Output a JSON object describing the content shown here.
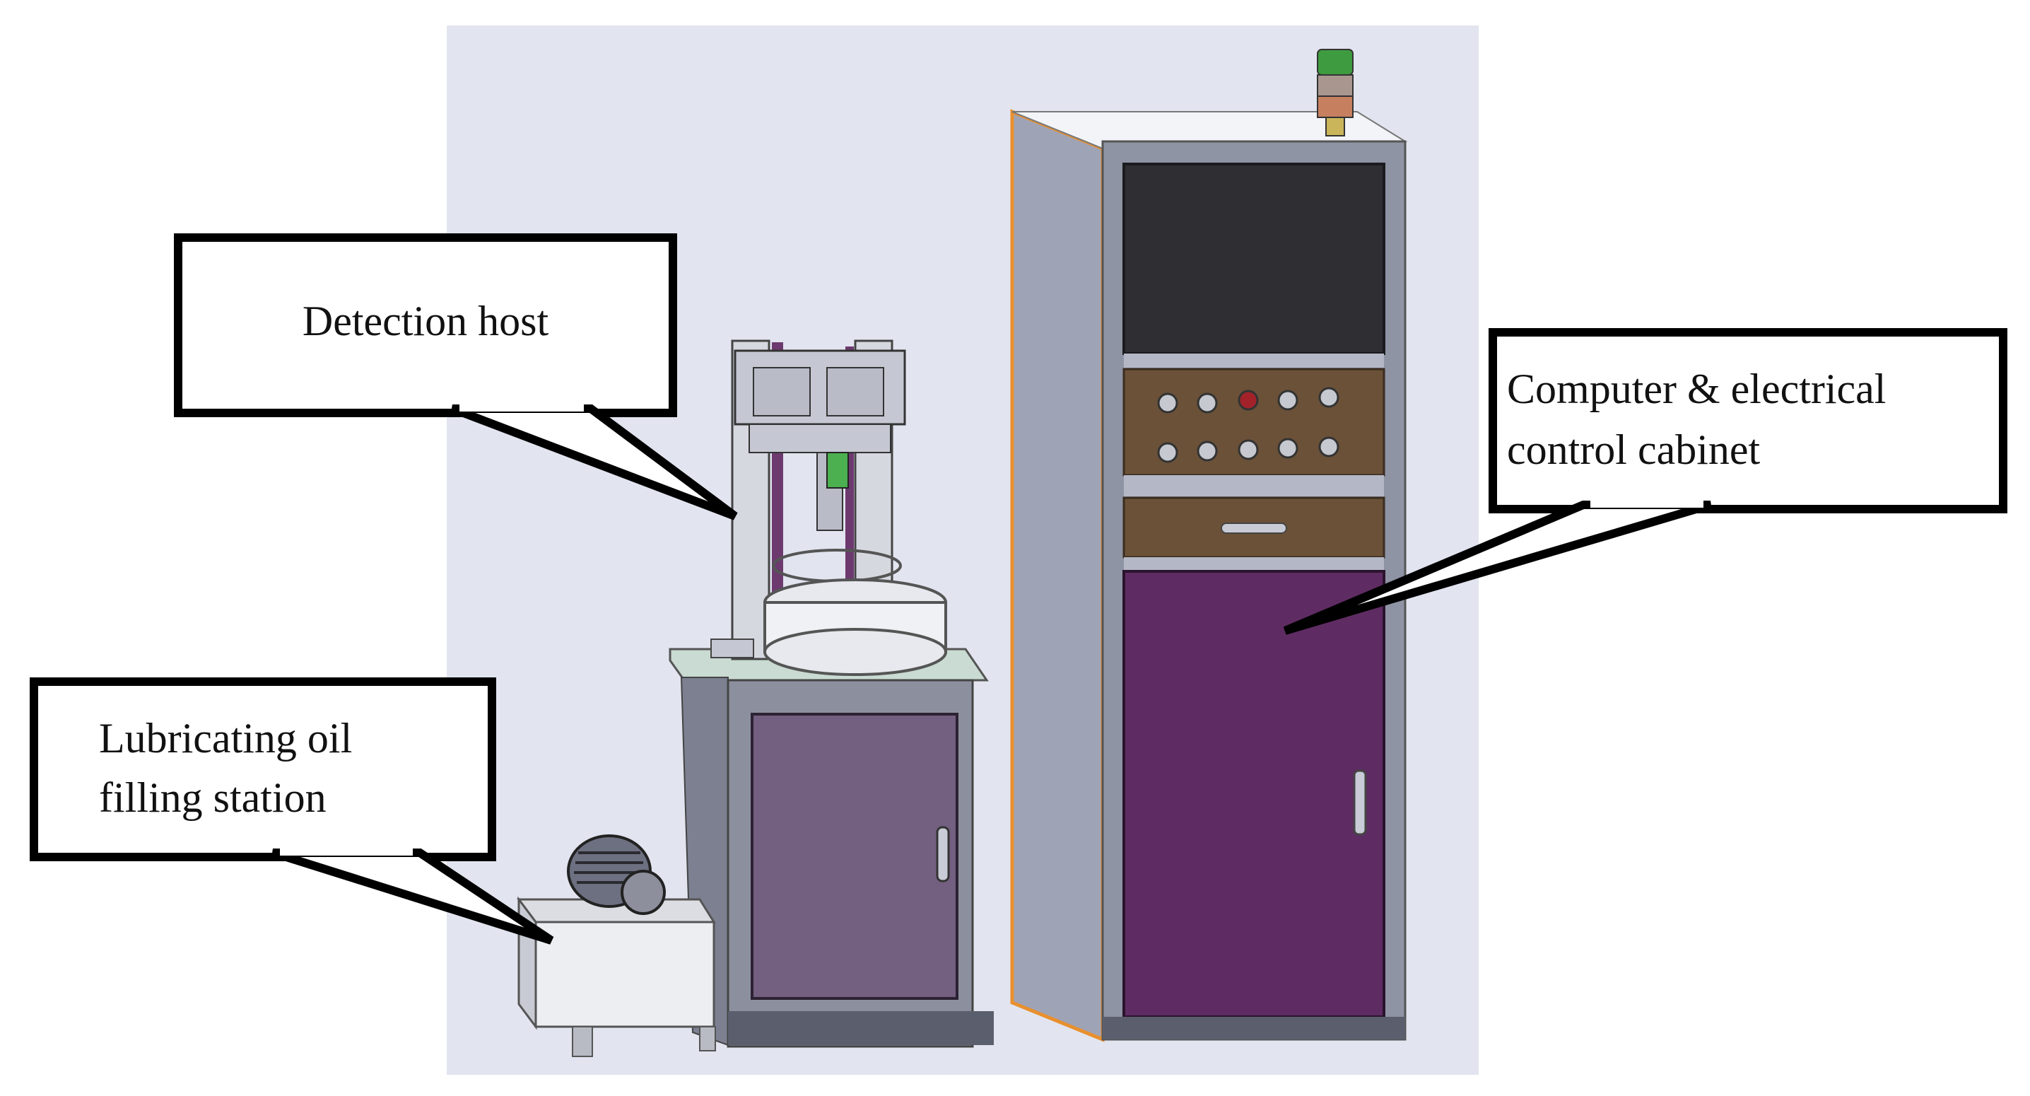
{
  "callouts": {
    "detection_host": {
      "lines": [
        "Detection host"
      ]
    },
    "oil_station": {
      "lines": [
        "Lubricating oil",
        "filling station"
      ]
    },
    "control_cabinet": {
      "lines": [
        "Computer & electrical",
        "control cabinet"
      ]
    }
  },
  "colors": {
    "backdrop": "#e3e6f0",
    "cabinet_purple": "#5e2c63",
    "cabinet_panel_brown": "#6b5138",
    "screen_dark": "#2f2e33",
    "host_door": "#735f80",
    "frame_gray": "#8c909e",
    "edge_orange": "#e8902e",
    "callout_border": "#000000"
  },
  "icons": [
    "signal-tower-icon",
    "motor-icon",
    "door-handle-icon",
    "push-button-icon",
    "red-indicator-light-icon"
  ]
}
